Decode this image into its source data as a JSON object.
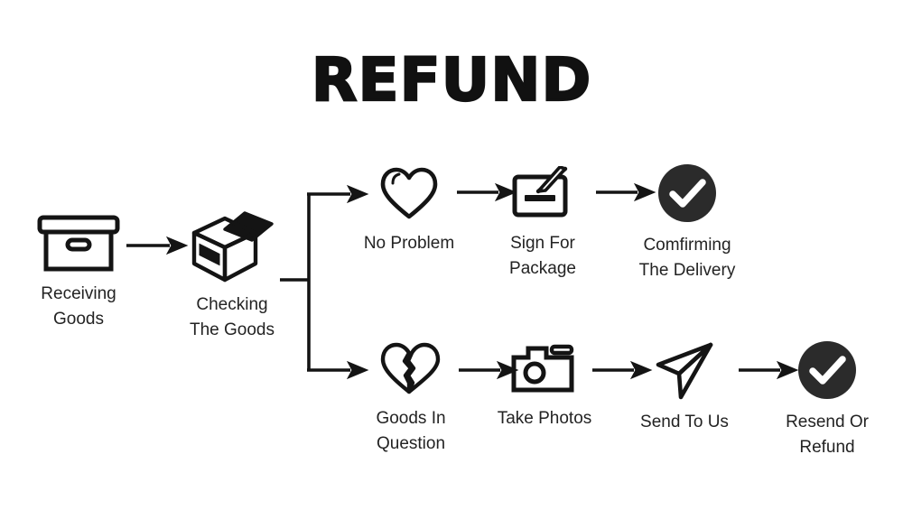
{
  "page": {
    "title": "REFUND",
    "background_color": "#ffffff",
    "ink_color": "#1a1a1a",
    "badge_fill_color": "#2b2b2b"
  },
  "flow": {
    "start": {
      "id": "receiving-goods",
      "label": "Receiving\nGoods",
      "icon": "archive-box-icon"
    },
    "check": {
      "id": "checking-the-goods",
      "label": "Checking\nThe Goods",
      "icon": "open-box-icon"
    },
    "branches": [
      {
        "name": "happy-path",
        "steps": [
          {
            "id": "no-problem",
            "label": "No Problem",
            "icon": "heart-icon"
          },
          {
            "id": "sign-for-package",
            "label": "Sign For\nPackage",
            "icon": "signature-pad-icon"
          },
          {
            "id": "confirming-the-delivery",
            "label": "Comfirming\nThe Delivery",
            "icon": "check-circle-icon"
          }
        ]
      },
      {
        "name": "problem-path",
        "steps": [
          {
            "id": "goods-in-question",
            "label": "Goods In\nQuestion",
            "icon": "broken-heart-icon"
          },
          {
            "id": "take-photos",
            "label": "Take Photos",
            "icon": "camera-icon"
          },
          {
            "id": "send-to-us",
            "label": "Send To Us",
            "icon": "paper-plane-icon"
          },
          {
            "id": "resend-or-refund",
            "label": "Resend Or\nRefund",
            "icon": "check-circle-icon"
          }
        ]
      }
    ]
  },
  "connectors": {
    "start_to_check": "arrow-right",
    "split": "bracket-split-two-way",
    "top_arrows": [
      "arrow-right",
      "arrow-right"
    ],
    "bottom_arrows": [
      "arrow-right",
      "arrow-right",
      "arrow-right"
    ]
  }
}
